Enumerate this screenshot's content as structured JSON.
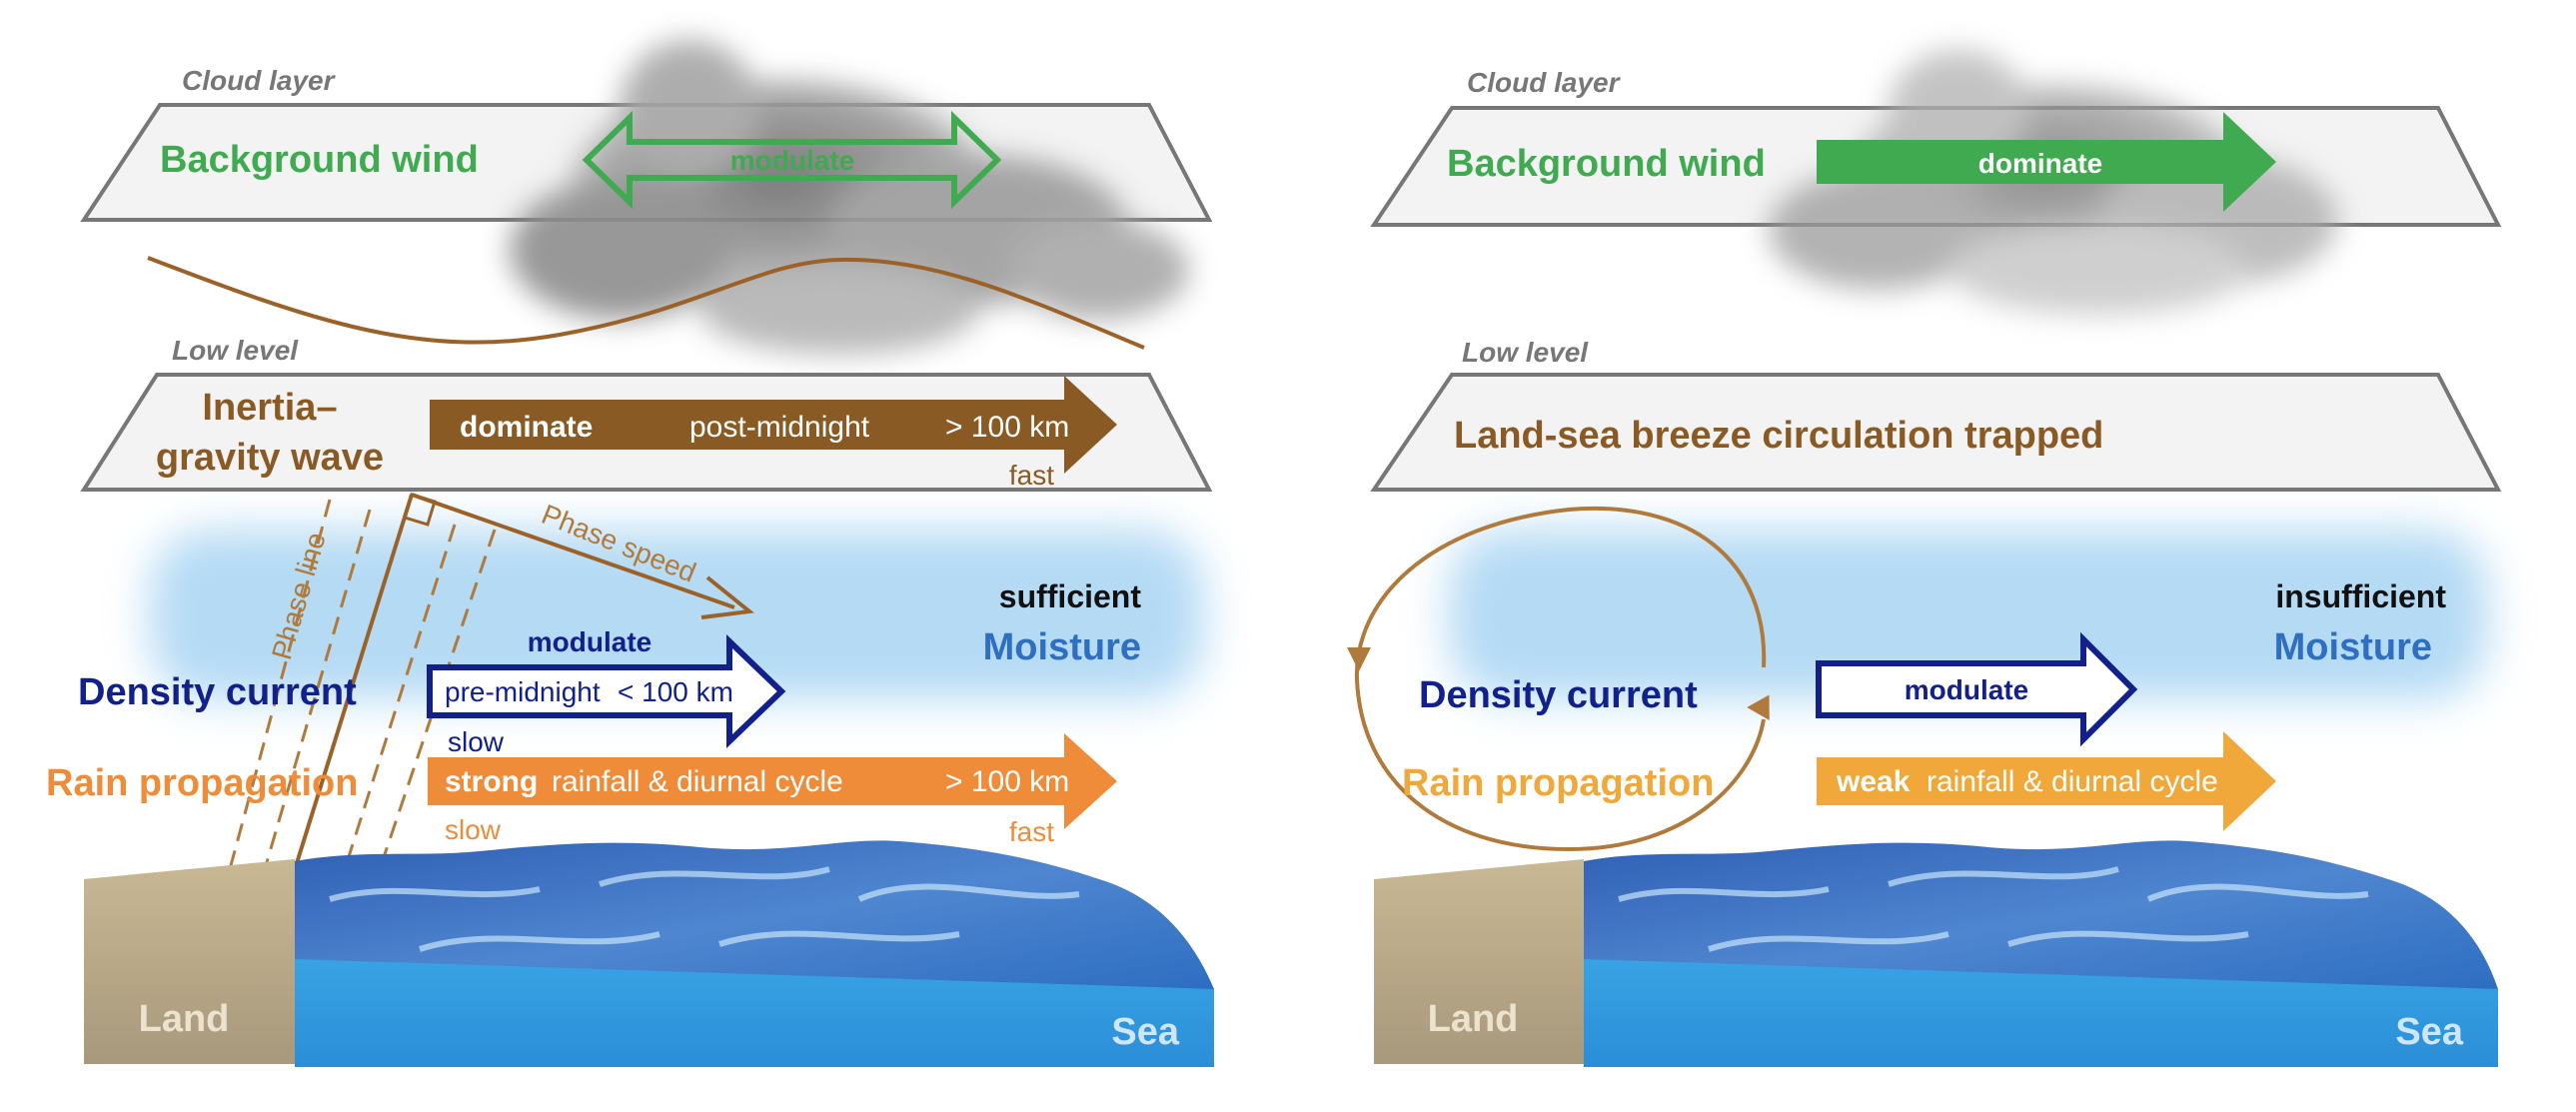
{
  "colors": {
    "green": "#3faa4f",
    "brown": "#8a5a24",
    "brown_light": "#b07a3c",
    "navy": "#12208c",
    "orange": "#ee8c3a",
    "orange_light": "#f0a83a",
    "moisture_blue": "#2f6fc0",
    "plate_fill": "#f3f3f3",
    "plate_stroke": "#777777",
    "water_dark": "#2f5fb4",
    "water_light": "#2fa6e6",
    "land": "#b9a98a"
  },
  "left": {
    "cloud_layer_label": "Cloud layer",
    "background_wind": "Background wind",
    "wind_arrow_label": "modulate",
    "low_level_label": "Low level",
    "wave_label_line1": "Inertia–",
    "wave_label_line2": "gravity wave",
    "wave_arrow_dominate": "dominate",
    "wave_arrow_time": "post-midnight",
    "wave_arrow_distance": "> 100 km",
    "wave_speed": "fast",
    "phase_line": "Phase line",
    "phase_speed": "Phase speed",
    "moisture_qualifier": "sufficient",
    "moisture": "Moisture",
    "density_current": "Density current",
    "density_arrow_title": "modulate",
    "density_arrow_time": "pre-midnight",
    "density_arrow_distance": "< 100 km",
    "density_speed": "slow",
    "rain_propagation": "Rain propagation",
    "rain_arrow_strength": "strong",
    "rain_arrow_text": "rainfall & diurnal cycle",
    "rain_arrow_distance": "> 100 km",
    "rain_speed_left": "slow",
    "rain_speed_right": "fast",
    "land": "Land",
    "sea": "Sea"
  },
  "right": {
    "cloud_layer_label": "Cloud layer",
    "background_wind": "Background wind",
    "wind_arrow_label": "dominate",
    "low_level_label": "Low level",
    "low_level_text": "Land-sea breeze circulation trapped",
    "moisture_qualifier": "insufficient",
    "moisture": "Moisture",
    "density_current": "Density current",
    "density_arrow_title": "modulate",
    "rain_propagation": "Rain propagation",
    "rain_arrow_strength": "weak",
    "rain_arrow_text": "rainfall & diurnal cycle",
    "land": "Land",
    "sea": "Sea"
  }
}
